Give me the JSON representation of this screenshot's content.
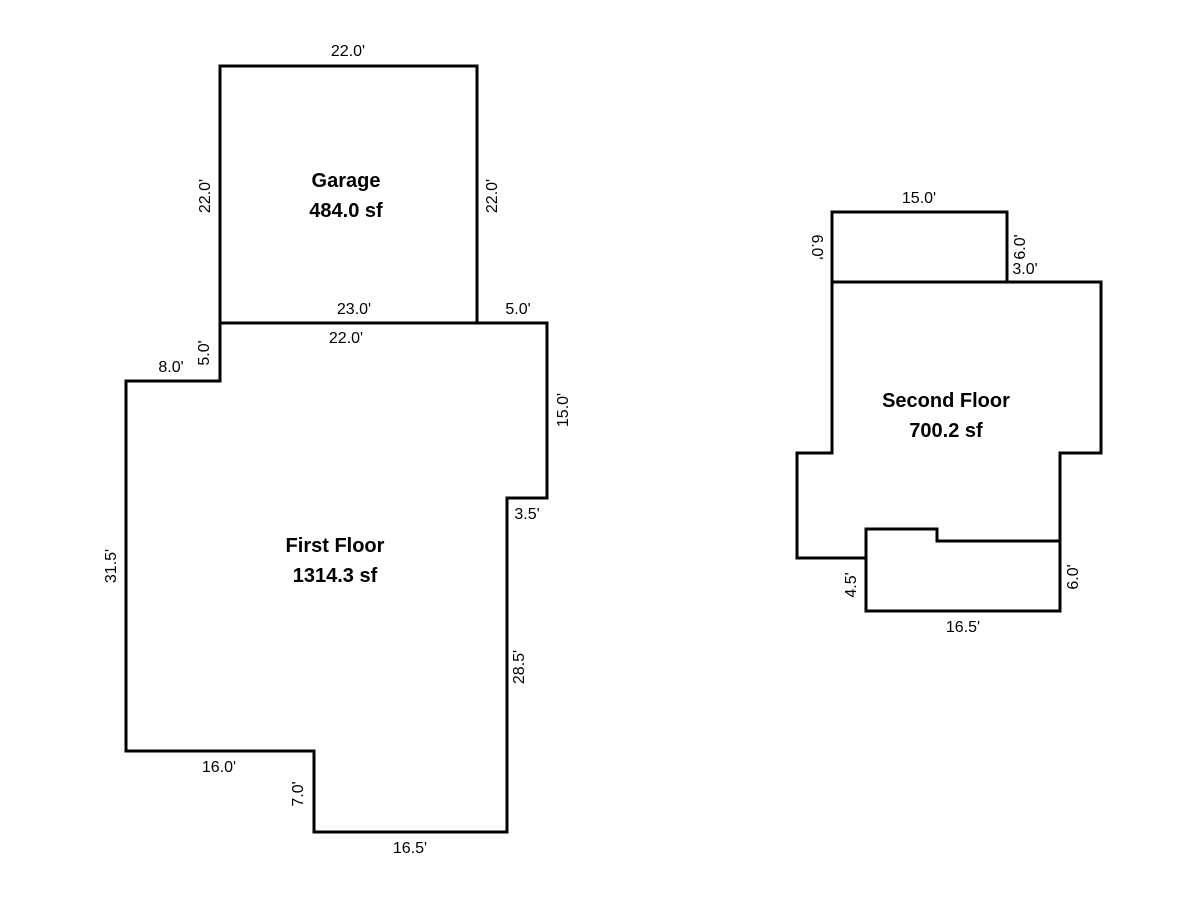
{
  "rooms": {
    "garage": {
      "name": "Garage",
      "area": "484.0 sf",
      "dims": {
        "top": "22.0'",
        "left": "22.0'",
        "right": "22.0'",
        "bottom": "23.0'"
      }
    },
    "first_floor": {
      "name": "First Floor",
      "area": "1314.3 sf",
      "dims": {
        "top": "22.0'",
        "top_right": "5.0'",
        "left_step_v": "5.0'",
        "left_step_h": "8.0'",
        "right_upper": "15.0'",
        "right_step": "3.5'",
        "left": "31.5'",
        "right_lower": "28.5'",
        "bottom_left": "16.0'",
        "bottom_step": "7.0'",
        "bottom": "16.5'"
      }
    },
    "second_floor": {
      "name": "Second Floor",
      "area": "700.2 sf",
      "dims": {
        "top": "15.0'",
        "top_left": "6.0'",
        "top_right_v": "6.0'",
        "top_right_h": "3.0'",
        "bottom_left": "4.5'",
        "bottom_right": "6.0'",
        "bottom": "16.5'"
      }
    }
  }
}
